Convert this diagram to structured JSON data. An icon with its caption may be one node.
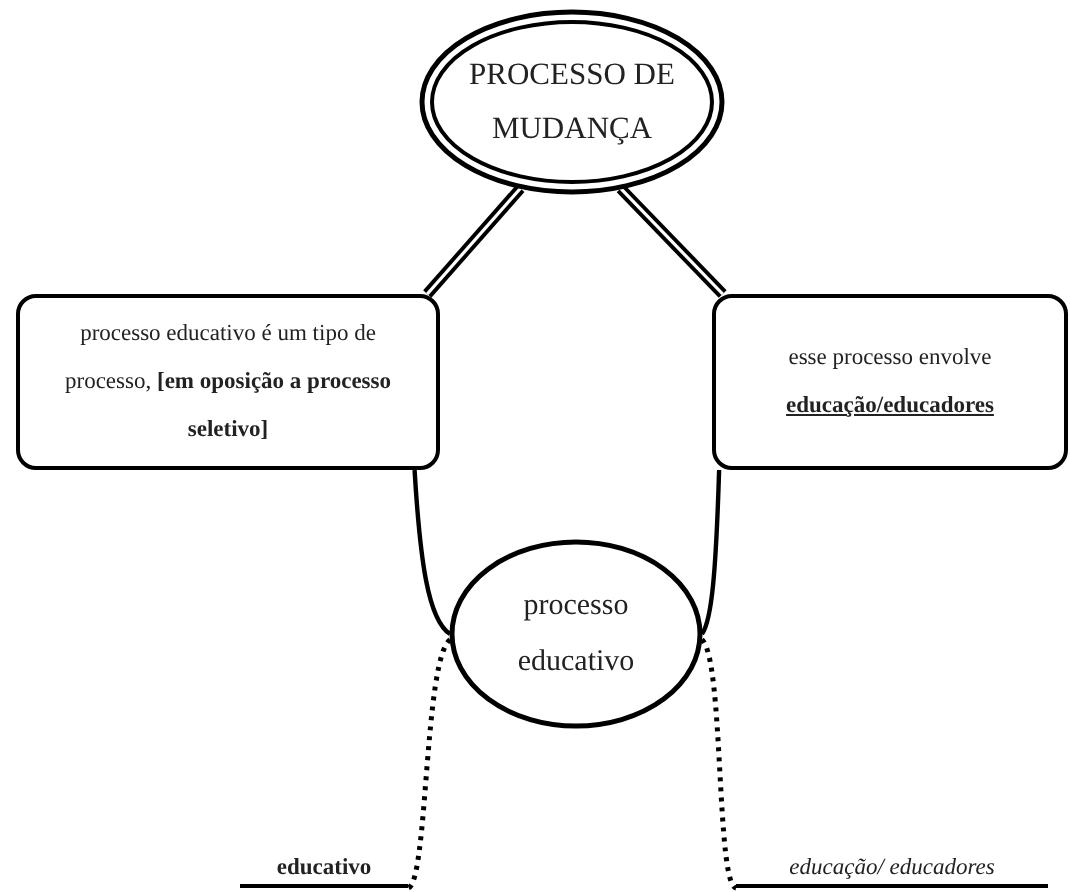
{
  "diagram": {
    "nodes": [
      {
        "text": [
          "PROCESSO DE MUDANÇA"
        ]
      },
      {
        "text": [
          "processo educativo é um tipo de processo, **[em oposição a processo seletivo]**"
        ]
      },
      {
        "text": [
          "esse processo envolve",
          "educação/educadores"
        ]
      },
      {
        "text": [
          "processo educativo"
        ]
      },
      {
        "text": [
          "educativo"
        ]
      },
      {
        "text": [
          "educação/ educadores"
        ]
      }
    ],
    "edges": [
      {
        "from": 0,
        "to": 1,
        "arrow": "none",
        "style": "thick"
      },
      {
        "from": 0,
        "to": 2,
        "arrow": "none",
        "style": "thick"
      },
      {
        "from": 1,
        "to": 3,
        "arrow": "none"
      },
      {
        "from": 2,
        "to": 3,
        "arrow": "none"
      },
      {
        "from": 3,
        "to": 4,
        "arrow": "none",
        "style": "dashed"
      },
      {
        "from": 3,
        "to": 5,
        "arrow": "none",
        "style": "dashed"
      }
    ]
  }
}
